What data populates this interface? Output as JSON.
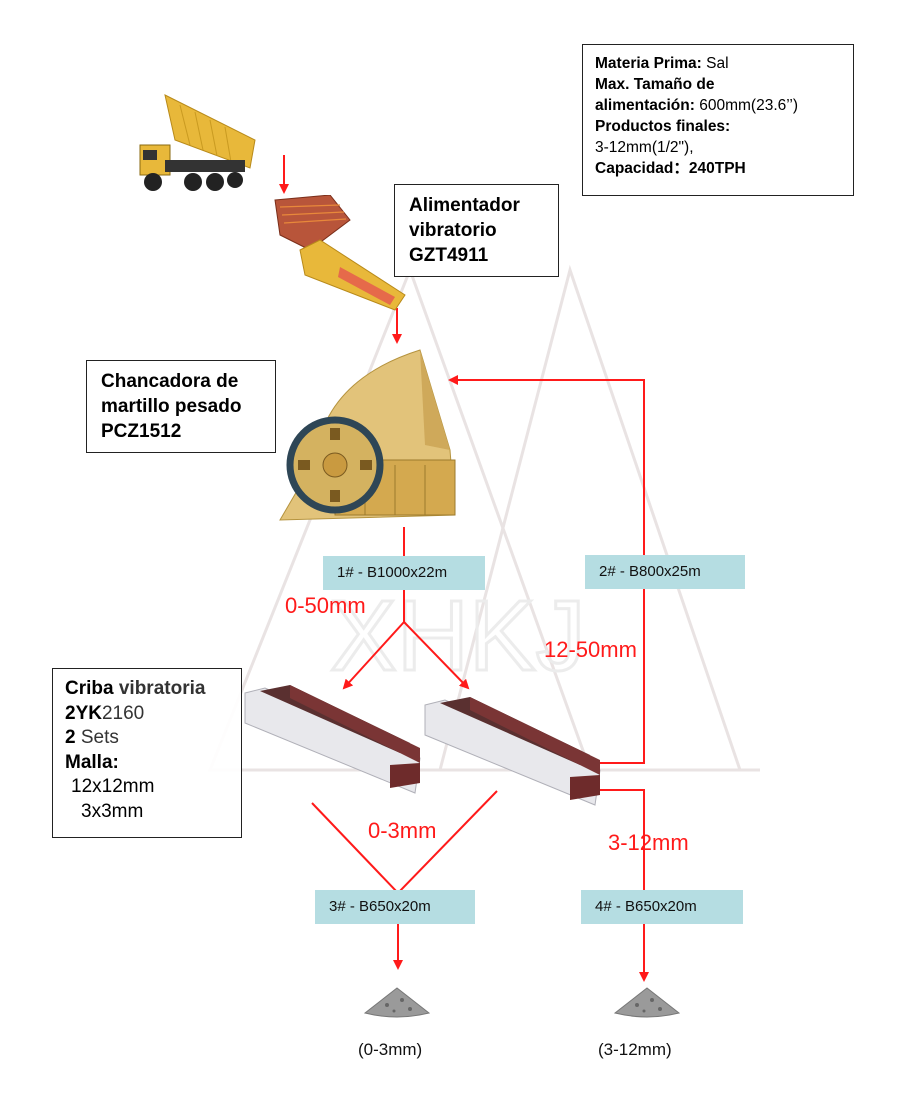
{
  "watermark": {
    "text": "XHKJ"
  },
  "colors": {
    "flow_line": "#ff1a1a",
    "belt_bg": "#b5dde2",
    "box_border": "#222222",
    "equipment_yellow": "#e8b83a",
    "screen_brown": "#6e2b2b"
  },
  "spec_box": {
    "material_label": "Materia Prima:",
    "material_value": " Sal",
    "feed_label_1": "Max. Tamaño de",
    "feed_label_2": "alimentación:",
    "feed_value": " 600mm(23.6’’)",
    "products_label": "Productos finales:",
    "products_value": "3-12mm(1/2\"),",
    "capacity_label": "Capacidad：",
    "capacity_value": "240TPH"
  },
  "equipment": {
    "truck": {
      "icon": "dump-truck-icon"
    },
    "feeder": {
      "lines": [
        "Alimentador",
        "vibratorio",
        "GZT4911"
      ],
      "icon": "vibrating-feeder-icon"
    },
    "crusher": {
      "lines": [
        "Chancadora de",
        "martillo pesado",
        "PCZ1512"
      ],
      "icon": "hammer-crusher-icon"
    },
    "screen": {
      "line1a": "Criba ",
      "line1b": "vibratoria",
      "line2a": "2YK",
      "line2b": "2160",
      "line3a": "2 ",
      "line3b": "Sets",
      "line4": "Malla:",
      "line5": "12x12mm",
      "line6": "3x3mm",
      "icon": "vibrating-screen-icon"
    }
  },
  "belts": [
    {
      "label": "1# - B1000x22m"
    },
    {
      "label": "2# - B800x25m"
    },
    {
      "label": "3# - B650x20m"
    },
    {
      "label": "4# - B650x20m"
    }
  ],
  "flow_labels": {
    "crusher_out": "0-50mm",
    "return": "12-50mm",
    "fine": "0-3mm",
    "medium": "3-12mm"
  },
  "products": [
    {
      "label": "(0-3mm)",
      "icon": "stockpile-icon"
    },
    {
      "label": "(3-12mm)",
      "icon": "stockpile-icon"
    }
  ]
}
